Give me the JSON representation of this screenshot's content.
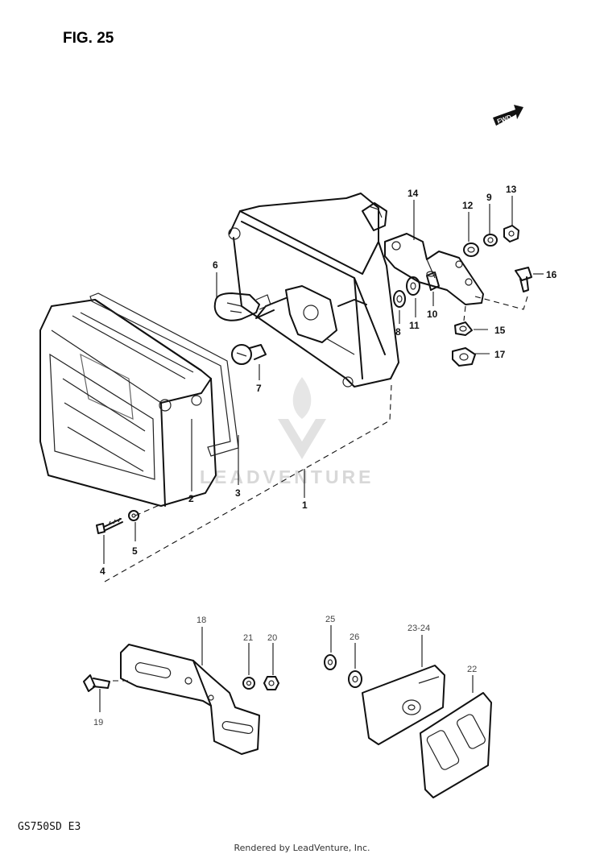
{
  "figure_title": "FIG. 25",
  "fwd_label": "FWD",
  "model_code": "GS750SD E3",
  "footer_text": "Rendered by LeadVenture, Inc.",
  "watermark_text": "LEADVENTURE",
  "callouts": {
    "c1": "1",
    "c2": "2",
    "c3": "3",
    "c4": "4",
    "c5": "5",
    "c6": "6",
    "c7": "7",
    "c8": "8",
    "c9": "9",
    "c10": "10",
    "c11": "11",
    "c12": "12",
    "c13": "13",
    "c14": "14",
    "c15": "15",
    "c16": "16",
    "c17": "17",
    "c18": "18",
    "c19": "19",
    "c20": "20",
    "c21": "21",
    "c22": "22",
    "c23_24": "23-24",
    "c25": "25",
    "c26": "26"
  }
}
